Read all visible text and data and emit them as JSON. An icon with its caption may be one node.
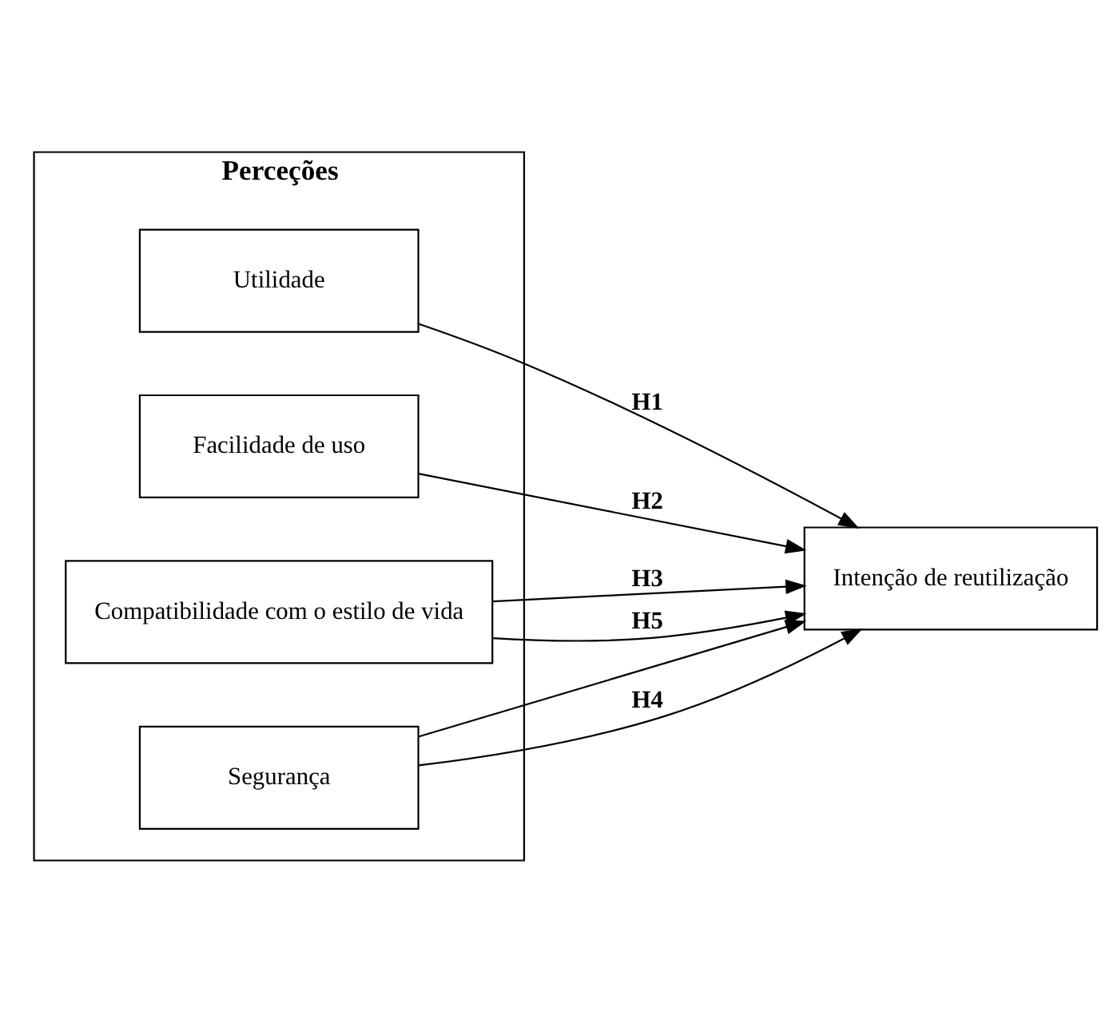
{
  "diagram": {
    "nodes": [
      {
        "text": [
          "Perceções"
        ]
      },
      {
        "text": [
          "Utilidade"
        ],
        "in": 0
      },
      {
        "text": [
          "Facilidade de uso"
        ],
        "in": 0
      },
      {
        "text": [
          "Compatibilidade com o estilo de vida"
        ],
        "in": 0
      },
      {
        "text": [
          "Segurança"
        ],
        "in": 0
      },
      {
        "text": [
          "Intenção de reutilização"
        ]
      }
    ],
    "edges": [
      {
        "from": 1,
        "to": 5,
        "arrow": "to",
        "label": "H1"
      },
      {
        "from": 2,
        "to": 5,
        "arrow": "to",
        "label": "H2"
      },
      {
        "from": 3,
        "to": 5,
        "arrow": "to",
        "label": "H3"
      },
      {
        "from": 3,
        "to": 5,
        "arrow": "to",
        "label": "H5"
      },
      {
        "from": 4,
        "to": 5,
        "arrow": "to"
      },
      {
        "from": 4,
        "to": 5,
        "arrow": "to",
        "label": "H4"
      }
    ]
  }
}
